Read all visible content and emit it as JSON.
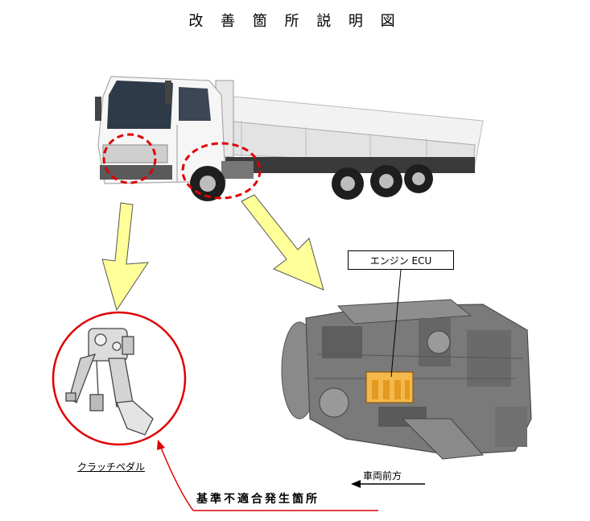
{
  "title": "改 善 箇 所 説 明 図",
  "labels": {
    "engine_ecu": "エンジン ECU",
    "clutch_pedal": "クラッチペダル",
    "vehicle_front": "車両前方",
    "nonconformity": "基準不適合発生箇所"
  },
  "colors": {
    "highlight_red": "#e00000",
    "arrow_yellow": "#ffff99",
    "ecu_orange": "#f5b84a",
    "truck_body": "#eeeeee",
    "engine_gray": "#707070"
  }
}
